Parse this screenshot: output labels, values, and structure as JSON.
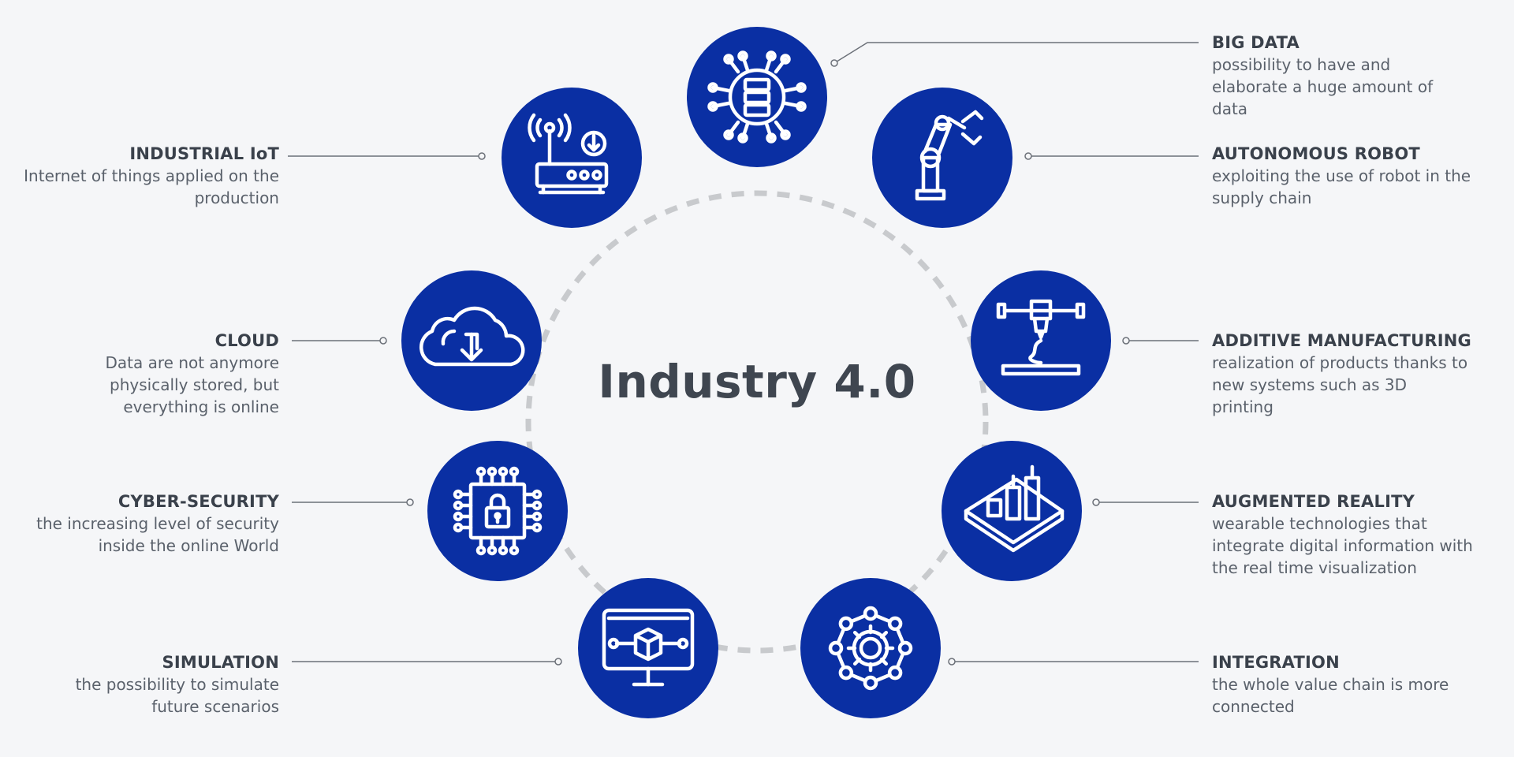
{
  "title": "Industry 4.0",
  "colors": {
    "circle": "#0a2fa3",
    "icon": "#ffffff",
    "ring": "#c8cacd",
    "leader": "#6b7078",
    "text": "#3f4650"
  },
  "items": [
    {
      "id": "big-data",
      "icon": "big-data-chip-icon",
      "title": "BIG DATA",
      "description": "possibility to have and elaborate a huge amount of data"
    },
    {
      "id": "autonomous-robot",
      "icon": "robot-arm-icon",
      "title": "AUTONOMOUS ROBOT",
      "description": "exploiting the use of robot in the supply chain"
    },
    {
      "id": "additive-manufacturing",
      "icon": "3d-printer-icon",
      "title": "ADDITIVE MANUFACTURING",
      "description": "realization of products thanks to new systems such as 3D printing"
    },
    {
      "id": "augmented-reality",
      "icon": "ar-phone-icon",
      "title": "AUGMENTED REALITY",
      "description": "wearable technologies that integrate digital information with the real time visualization"
    },
    {
      "id": "integration",
      "icon": "gear-network-icon",
      "title": "INTEGRATION",
      "description": "the whole value chain is more connected"
    },
    {
      "id": "simulation",
      "icon": "monitor-cube-icon",
      "title": "SIMULATION",
      "description": "the possibility to simulate future scenarios"
    },
    {
      "id": "cyber-security",
      "icon": "chip-lock-icon",
      "title": "CYBER-SECURITY",
      "description": "the increasing level of security inside the online World"
    },
    {
      "id": "cloud",
      "icon": "cloud-download-icon",
      "title": "CLOUD",
      "description": "Data are not anymore physically stored, but everything is online"
    },
    {
      "id": "industrial-iot",
      "icon": "router-icon",
      "title": "INDUSTRIAL IoT",
      "description": "Internet of things applied on the production"
    }
  ]
}
